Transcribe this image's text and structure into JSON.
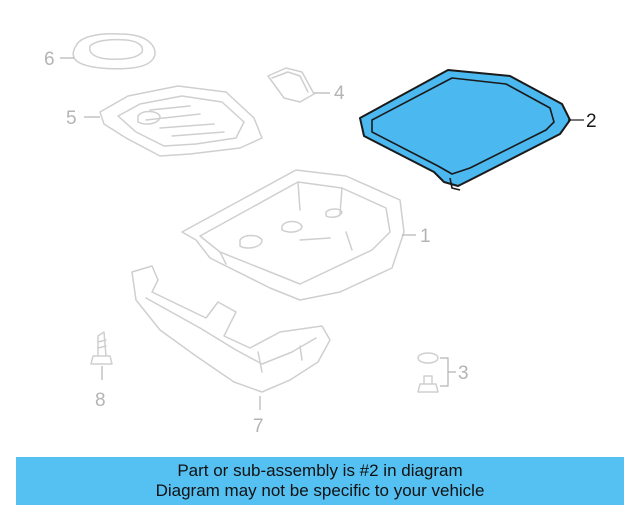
{
  "callouts": [
    {
      "id": "1",
      "label": "1"
    },
    {
      "id": "2",
      "label": "2"
    },
    {
      "id": "3",
      "label": "3"
    },
    {
      "id": "4",
      "label": "4"
    },
    {
      "id": "5",
      "label": "5"
    },
    {
      "id": "6",
      "label": "6"
    },
    {
      "id": "7",
      "label": "7"
    },
    {
      "id": "8",
      "label": "8"
    }
  ],
  "highlighted_part": "2",
  "colors": {
    "highlight": "#4bb8f0",
    "outline": "#1a1a1a",
    "ghost": "#cfcfcf",
    "banner": "#54c1f2"
  },
  "banner": {
    "line1": "Part or sub-assembly is #2 in diagram",
    "line2": "Diagram may not be specific to your vehicle"
  }
}
